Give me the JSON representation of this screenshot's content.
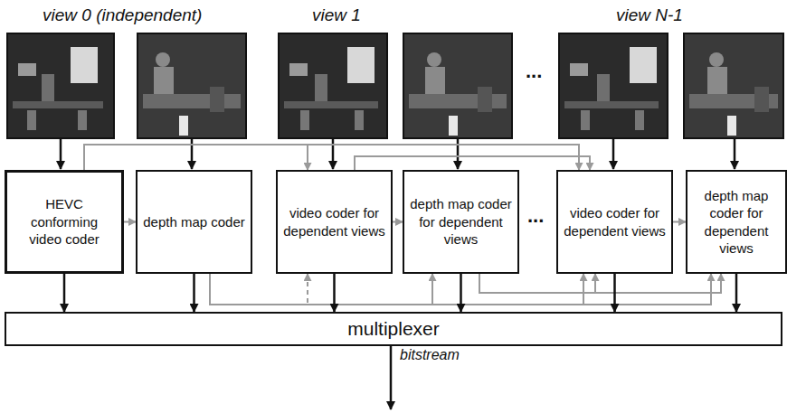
{
  "diagram": {
    "nodes": [
      {
        "text": [
          "HEVC conforming video coder"
        ]
      },
      {
        "text": [
          "depth map coder"
        ]
      },
      {
        "text": [
          "video coder for dependent views"
        ]
      },
      {
        "text": [
          "depth map coder for dependent views"
        ]
      },
      {
        "text": [
          "video coder for dependent views"
        ]
      },
      {
        "text": [
          "depth map coder for dependent views"
        ]
      },
      {
        "text": [
          "multiplexer"
        ]
      }
    ],
    "edges": [
      {
        "from": 0,
        "to": 1,
        "arrow": "to"
      },
      {
        "from": 0,
        "to": 2,
        "arrow": "to"
      },
      {
        "from": 0,
        "to": 4,
        "arrow": "to"
      },
      {
        "from": 2,
        "to": 4,
        "arrow": "to"
      },
      {
        "from": 2,
        "to": 3,
        "arrow": "to"
      },
      {
        "from": 4,
        "to": 5,
        "arrow": "to"
      },
      {
        "from": 1,
        "to": 2,
        "arrow": "to"
      },
      {
        "from": 1,
        "to": 3,
        "arrow": "to"
      },
      {
        "from": 1,
        "to": 4,
        "arrow": "to"
      },
      {
        "from": 1,
        "to": 5,
        "arrow": "to"
      },
      {
        "from": 3,
        "to": 4,
        "arrow": "to"
      },
      {
        "from": 3,
        "to": 5,
        "arrow": "to"
      },
      {
        "from": 0,
        "to": 6,
        "arrow": "to"
      },
      {
        "from": 1,
        "to": 6,
        "arrow": "to"
      },
      {
        "from": 2,
        "to": 6,
        "arrow": "to"
      },
      {
        "from": 3,
        "to": 6,
        "arrow": "to"
      },
      {
        "from": 4,
        "to": 6,
        "arrow": "to"
      },
      {
        "from": 5,
        "to": 6,
        "arrow": "to"
      }
    ],
    "labels": [
      "view 0 (independent)",
      "view 1",
      "...",
      "view N-1",
      "...",
      "bitstream"
    ]
  }
}
